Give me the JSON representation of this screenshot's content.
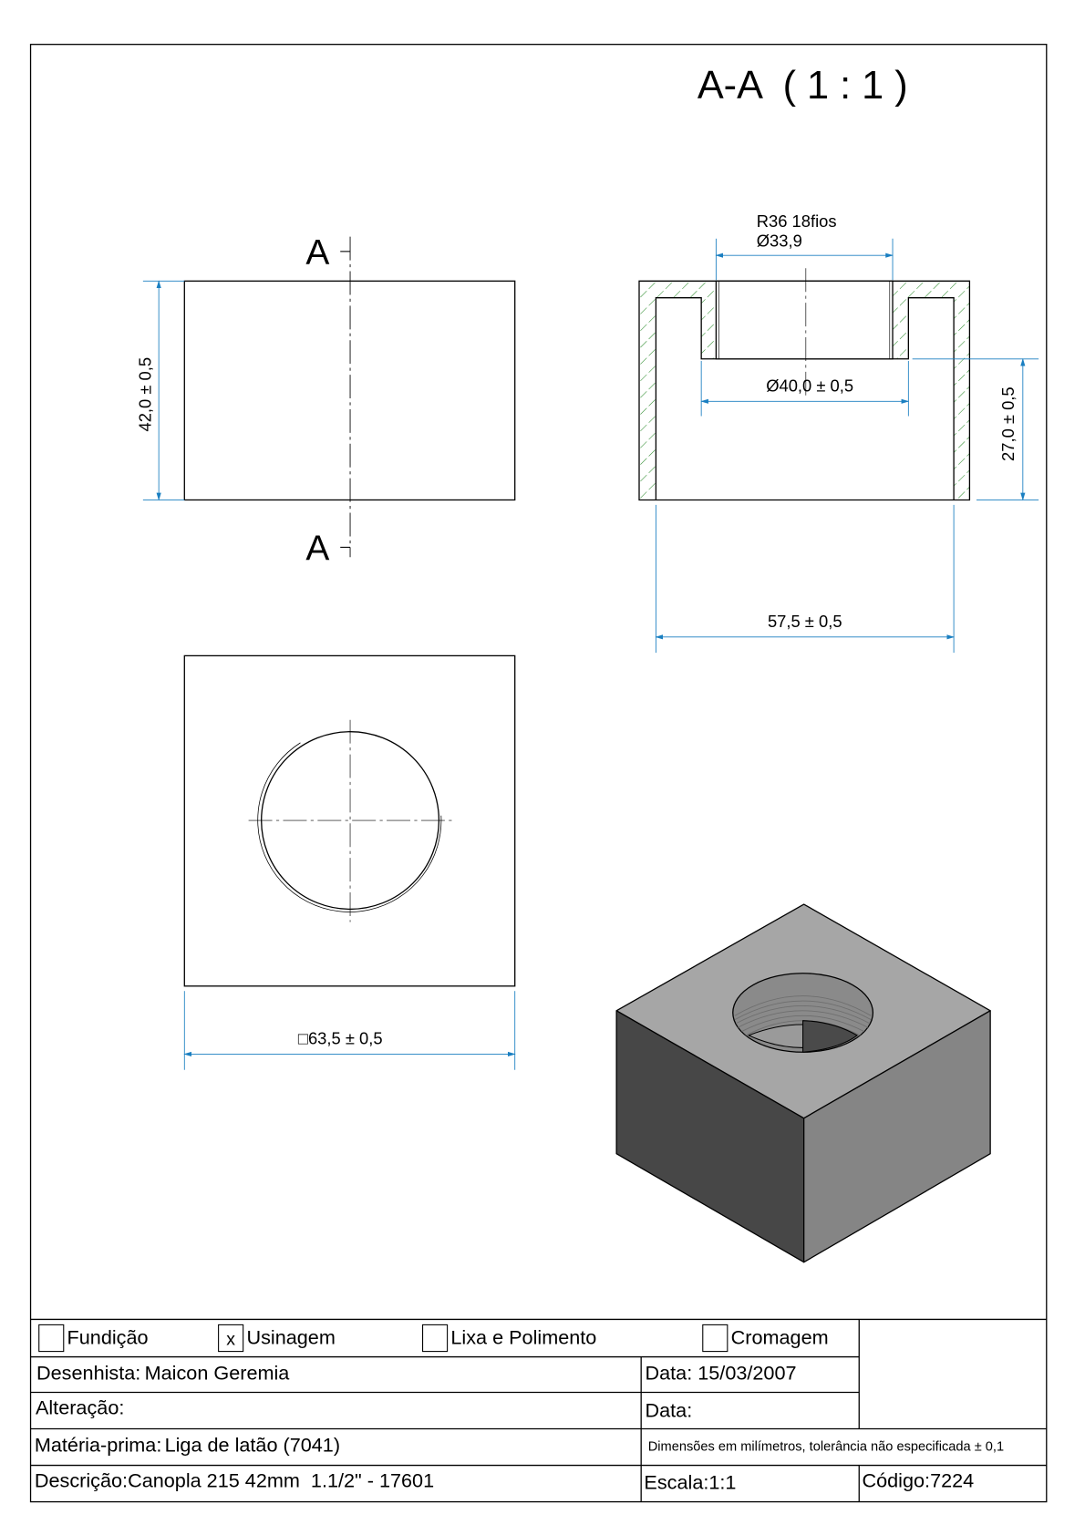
{
  "title": "A-A  ( 1 : 1 )",
  "section_marks": {
    "top": "A",
    "bottom": "A"
  },
  "dimensions": {
    "height": "42,0 ± 0,5",
    "thread_spec": "R36 18fios",
    "thread_diameter": "Ø33,9",
    "inner_diameter": "Ø40,0 ± 0,5",
    "inner_depth": "27,0 ± 0,5",
    "inner_width": "57,5 ± 0,5",
    "square_side": "□63,5 ± 0,5"
  },
  "colors": {
    "dimension": "#1a7fc1",
    "hatch": "#2a8a2a",
    "face_top": "#a6a6a6",
    "face_left": "#474747",
    "face_right": "#858585"
  },
  "title_block": {
    "processes": [
      {
        "label": "Fundição",
        "checked": ""
      },
      {
        "label": "Usinagem",
        "checked": "x"
      },
      {
        "label": "Lixa e Polimento",
        "checked": ""
      },
      {
        "label": "Cromagem",
        "checked": ""
      }
    ],
    "drafter_label": "Desenhista:",
    "drafter": "Maicon Geremia",
    "date_label": "Data:",
    "date": "15/03/2007",
    "revision_label": "Alteração:",
    "revision_date_label": "Data:",
    "material_label": "Matéria-prima:",
    "material": "Liga de latão (7041)",
    "note": "Dimensões em milímetros, tolerância não especificada ± 0,1",
    "description_label": "Descrição:",
    "description": "Canopla 215 42mm  1.1/2\" - 17601",
    "scale_label": "Escala:",
    "scale": "1:1",
    "code_label": "Código:",
    "code": "7224"
  }
}
